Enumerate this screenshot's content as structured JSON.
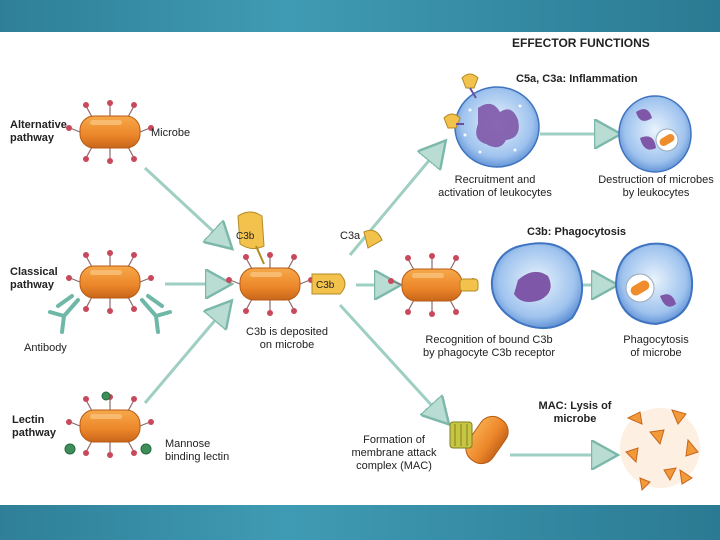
{
  "colors": {
    "band": "#3a92ab",
    "microbe": "#ef8c2b",
    "microbe_dark": "#c8661a",
    "spike": "#c9485b",
    "c3b": "#f2c24c",
    "arrow": "#b9dcd3",
    "arrow_stroke": "#7bb8aa",
    "antibody": "#7fc3b4",
    "lectin": "#2e8b57",
    "cell": "#5b8fd6",
    "cell_light": "#cfe3f7",
    "nucleus": "#7e57a8",
    "mac": "#c7c642"
  },
  "header": {
    "title": "EFFECTOR FUNCTIONS"
  },
  "pathways": {
    "alternative": "Alternative\npathway",
    "classical": "Classical\npathway",
    "lectin": "Lectin\npathway"
  },
  "labels": {
    "microbe": "Microbe",
    "antibody": "Antibody",
    "mannose": "Mannose\nbinding lectin",
    "c3b_top": "C3b",
    "c3b_side": "C3b",
    "c3a": "C3a",
    "c3b_deposited": "C3b is deposited\non microbe",
    "recruitment": "Recruitment and\nactivation of leukocytes",
    "destruction": "Destruction of microbes\nby leukocytes",
    "recognition": "Recognition of bound C3b\nby phagocyte C3b receptor",
    "phagocytosis_label": "Phagocytosis\nof microbe",
    "mac_formation": "Formation of\nmembrane attack\ncomplex (MAC)"
  },
  "effects": {
    "inflammation": "C5a, C3a: Inflammation",
    "phagocytosis": "C3b: Phagocytosis",
    "lysis": "MAC: Lysis of\nmicrobe"
  }
}
